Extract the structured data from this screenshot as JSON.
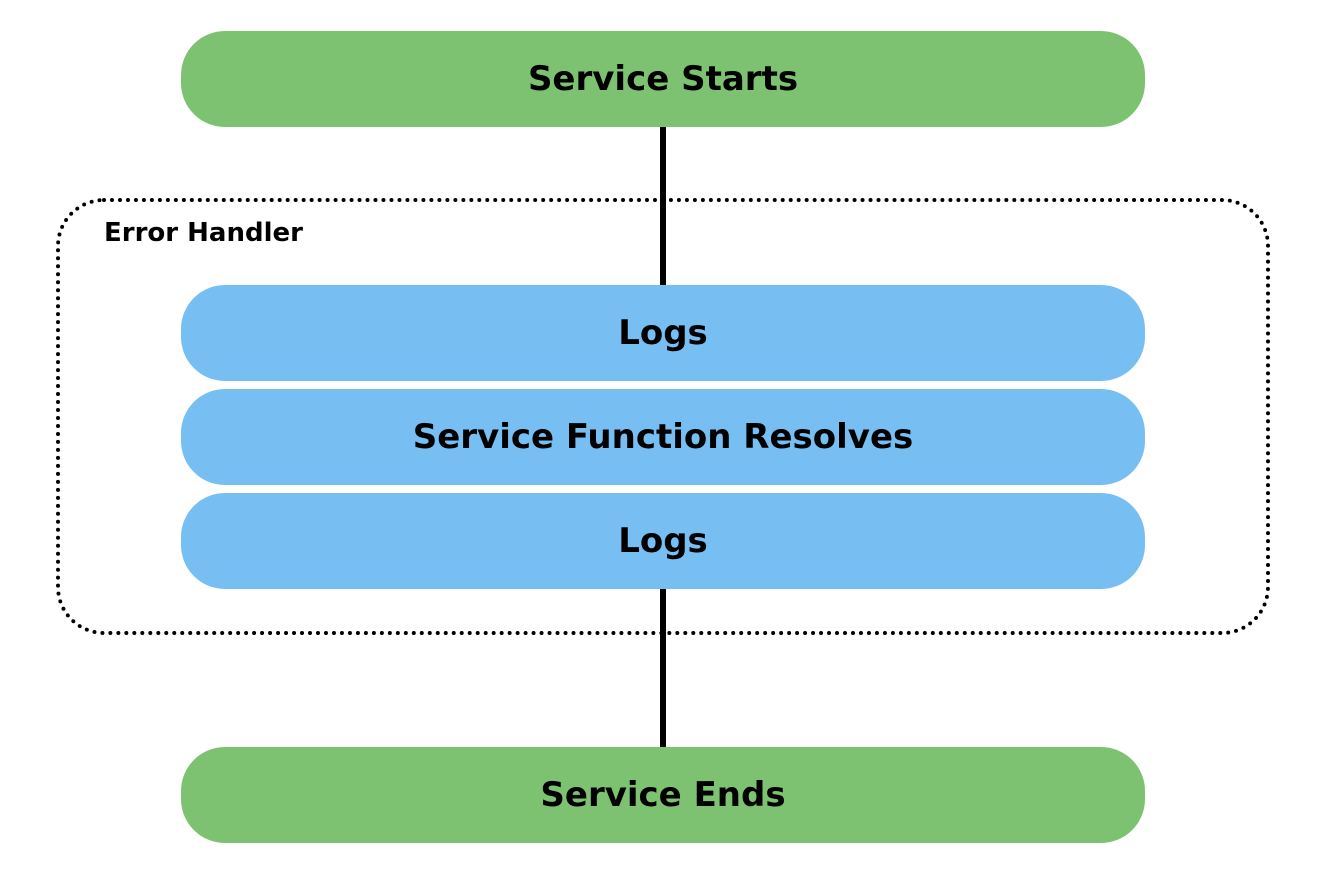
{
  "diagram": {
    "group": {
      "label": "Error Handler"
    },
    "nodes": {
      "start": {
        "label": "Service Starts",
        "color": "#7dc271"
      },
      "logs_before": {
        "label": "Logs",
        "color": "#77bff2"
      },
      "resolves": {
        "label": "Service Function Resolves",
        "color": "#77bff2"
      },
      "logs_after": {
        "label": "Logs",
        "color": "#77bff2"
      },
      "end": {
        "label": "Service Ends",
        "color": "#7dc271"
      }
    }
  }
}
